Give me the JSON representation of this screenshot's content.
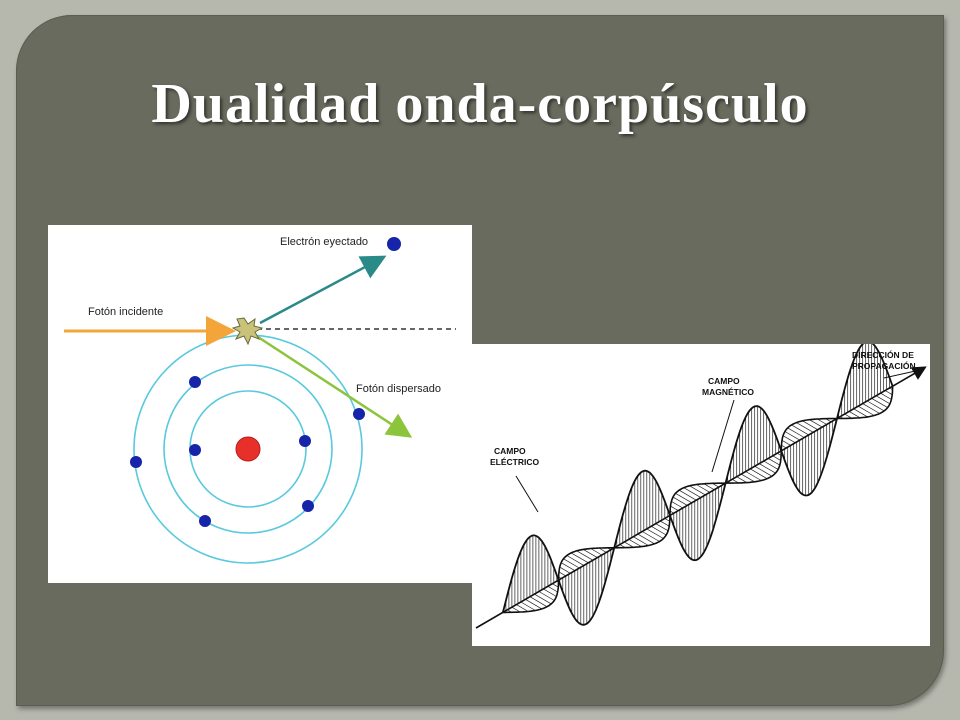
{
  "slide": {
    "title": "Dualidad onda-corpúsculo"
  },
  "compton_diagram": {
    "label_ejected": "Electrón eyectado",
    "label_incident": "Fotón incidente",
    "label_scattered": "Fotón dispersado"
  },
  "em_wave_diagram": {
    "label_direction_1": "DIRECCIÓN DE",
    "label_direction_2": "PROPAGACIÓN",
    "label_magnetic_1": "CAMPO",
    "label_magnetic_2": "MAGNÉTICO",
    "label_electric_1": "CAMPO",
    "label_electric_2": "ELÉCTRICO"
  },
  "colors": {
    "frame": "#696b5e",
    "orbit": "#5ac9de",
    "nucleus": "#e8302a",
    "electron": "#1524a8",
    "incident_arrow": "#f3a53a",
    "ejected_arrow": "#2a8a88",
    "scattered_arrow": "#8cc43c"
  }
}
